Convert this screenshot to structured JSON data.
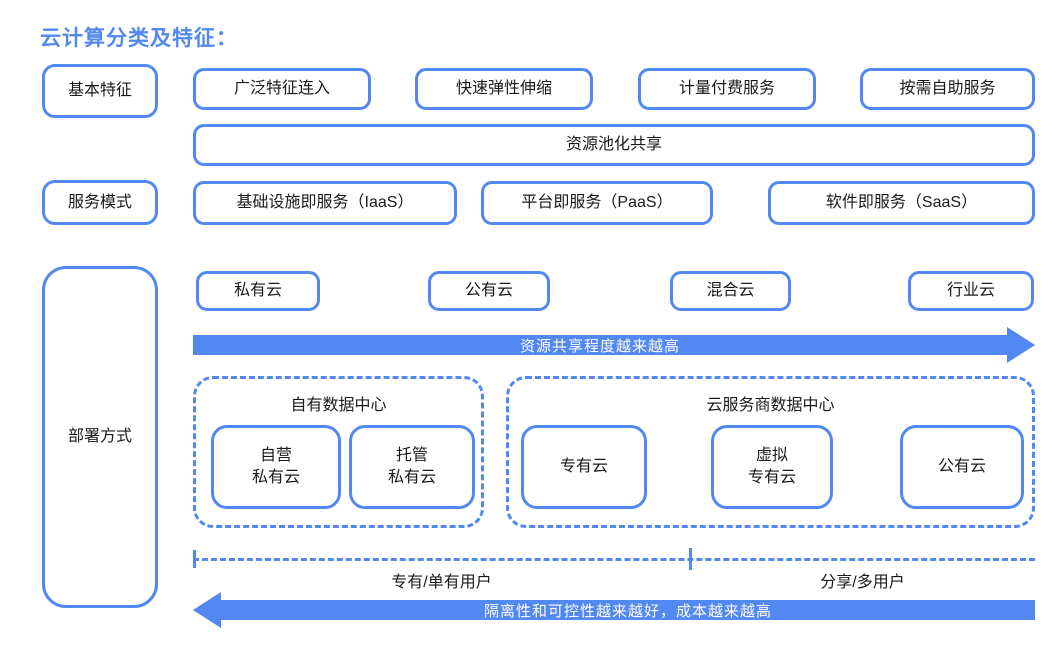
{
  "title": "云计算分类及特征：",
  "colors": {
    "blue": "#5288F2",
    "text": "#1a1a1a"
  },
  "basic": {
    "label": "基本特征",
    "items": [
      "广泛特征连入",
      "快速弹性伸缩",
      "计量付费服务",
      "按需自助服务"
    ],
    "shared": "资源池化共享"
  },
  "service": {
    "label": "服务模式",
    "items": [
      "基础设施即服务（IaaS）",
      "平台即服务（PaaS）",
      "软件即服务（SaaS）"
    ]
  },
  "deploy": {
    "label": "部署方式",
    "cloud_types": [
      "私有云",
      "公有云",
      "混合云",
      "行业云"
    ],
    "share_arrow": "资源共享程度越来越高",
    "own_dc": {
      "title": "自有数据中心",
      "items": [
        "自营\n私有云",
        "托管\n私有云"
      ]
    },
    "provider_dc": {
      "title": "云服务商数据中心",
      "items": [
        "专有云",
        "虚拟\n专有云",
        "公有云"
      ]
    },
    "axis": {
      "left": "专有/单有用户",
      "right": "分享/多用户"
    },
    "isolation_arrow": "隔离性和可控性越来越好，成本越来越高"
  }
}
